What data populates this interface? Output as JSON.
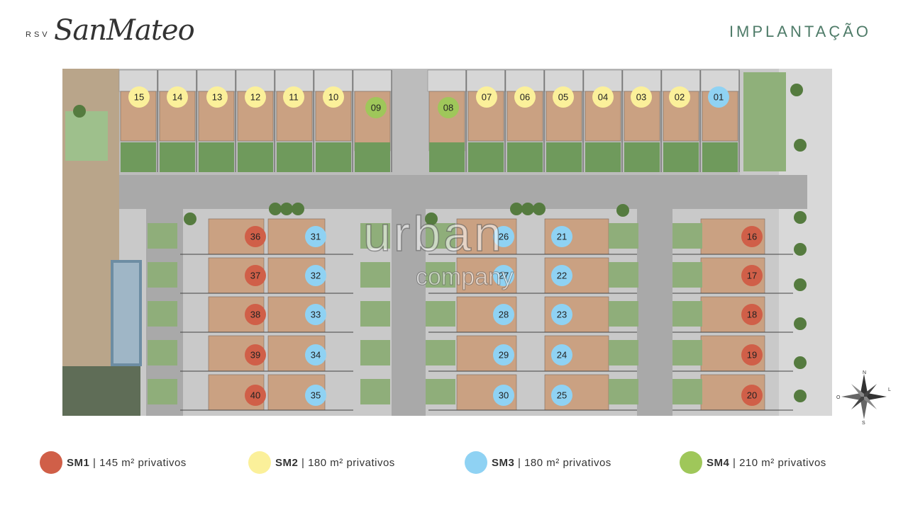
{
  "header": {
    "brand_prefix": "RSV",
    "brand_name": "SanMateo",
    "title": "IMPLANTAÇÃO"
  },
  "watermark": {
    "line1": "urban",
    "line2": "company"
  },
  "compass": {
    "n": "N",
    "s": "S",
    "o": "O",
    "l": "L"
  },
  "colors": {
    "SM1": "#d05f48",
    "SM2": "#fbf09a",
    "SM3": "#8fd2f3",
    "SM4": "#9fc75a"
  },
  "legend": [
    {
      "code": "SM1",
      "separator": "|",
      "desc": "145 m² privativos",
      "color": "#d05f48"
    },
    {
      "code": "SM2",
      "separator": "|",
      "desc": "180 m² privativos",
      "color": "#fbf09a"
    },
    {
      "code": "SM3",
      "separator": "|",
      "desc": "180 m² privativos",
      "color": "#8fd2f3"
    },
    {
      "code": "SM4",
      "separator": "|",
      "desc": "210 m² privativos",
      "color": "#9fc75a"
    }
  ],
  "units": [
    {
      "id": "15",
      "type": "SM2"
    },
    {
      "id": "14",
      "type": "SM2"
    },
    {
      "id": "13",
      "type": "SM2"
    },
    {
      "id": "12",
      "type": "SM2"
    },
    {
      "id": "11",
      "type": "SM2"
    },
    {
      "id": "10",
      "type": "SM2"
    },
    {
      "id": "09",
      "type": "SM4"
    },
    {
      "id": "08",
      "type": "SM4"
    },
    {
      "id": "07",
      "type": "SM2"
    },
    {
      "id": "06",
      "type": "SM2"
    },
    {
      "id": "05",
      "type": "SM2"
    },
    {
      "id": "04",
      "type": "SM2"
    },
    {
      "id": "03",
      "type": "SM2"
    },
    {
      "id": "02",
      "type": "SM2"
    },
    {
      "id": "01",
      "type": "SM3"
    },
    {
      "id": "36",
      "type": "SM1"
    },
    {
      "id": "37",
      "type": "SM1"
    },
    {
      "id": "38",
      "type": "SM1"
    },
    {
      "id": "39",
      "type": "SM1"
    },
    {
      "id": "40",
      "type": "SM1"
    },
    {
      "id": "31",
      "type": "SM3"
    },
    {
      "id": "32",
      "type": "SM3"
    },
    {
      "id": "33",
      "type": "SM3"
    },
    {
      "id": "34",
      "type": "SM3"
    },
    {
      "id": "35",
      "type": "SM3"
    },
    {
      "id": "26",
      "type": "SM3"
    },
    {
      "id": "27",
      "type": "SM3"
    },
    {
      "id": "28",
      "type": "SM3"
    },
    {
      "id": "29",
      "type": "SM3"
    },
    {
      "id": "30",
      "type": "SM3"
    },
    {
      "id": "21",
      "type": "SM3"
    },
    {
      "id": "22",
      "type": "SM3"
    },
    {
      "id": "23",
      "type": "SM3"
    },
    {
      "id": "24",
      "type": "SM3"
    },
    {
      "id": "25",
      "type": "SM3"
    },
    {
      "id": "16",
      "type": "SM1"
    },
    {
      "id": "17",
      "type": "SM1"
    },
    {
      "id": "18",
      "type": "SM1"
    },
    {
      "id": "19",
      "type": "SM1"
    },
    {
      "id": "20",
      "type": "SM1"
    }
  ]
}
